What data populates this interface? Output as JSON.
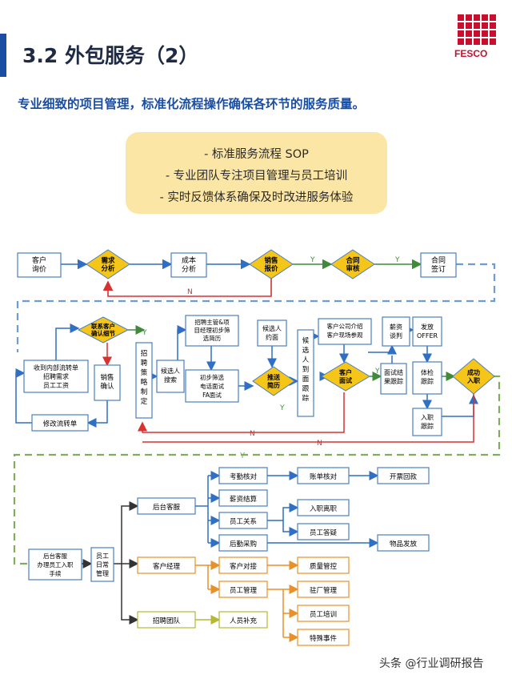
{
  "page": {
    "title": "3.2 外包服务（2）",
    "subtitle": "专业细致的项目管理，标准化流程操作确保各环节的服务质量。",
    "logo_text": "FESCO",
    "watermark": "头条 @行业调研报告"
  },
  "features": [
    "- 标准服务流程 SOP",
    "- 专业团队专注项目管理与员工培训",
    "- 实时反馈体系确保及时改进服务体验"
  ],
  "colors": {
    "accent": "#1a4ea3",
    "brand_red": "#c8102e",
    "feature_box": "#fce6a6",
    "diamond": "#f5c518",
    "box_stroke": "#4a7fc1",
    "arrow_blue": "#2f6fc4",
    "arrow_red": "#d93030",
    "arrow_green": "#3f8b3a",
    "dash_blue": "#6d9dd6",
    "dash_green": "#7fae5b",
    "orange": "#e8902a",
    "yellow_green": "#b5b835"
  },
  "flow": {
    "customer_inquiry": "客户询价",
    "demand_analysis": "需求分析",
    "cost_analysis": "成本分析",
    "sales_quote": "销售报价",
    "contract_review": "合同审核",
    "contract_sign": "合同签订",
    "yes": "Y",
    "no": "N",
    "contact_client": "联系客户确认细节",
    "receive_transfer": "收到内部流转单招聘需求员工工资",
    "sales_confirm": "销售确认",
    "modify_transfer": "修改流转单",
    "recruit_strategy": "招聘策略制定",
    "candidate_search": "候选人搜索",
    "supervisor_screen": "招聘主管&项目经理初步筛选简历",
    "phone_interview": "初步筛选电话面试FA面试",
    "candidate_appointment": "候选人约面",
    "send_resume": "推送简历",
    "candidate_followup": "候选人到面跟踪",
    "company_intro": "客户公司介绍客户现场参观",
    "client_interview": "客户面试",
    "salary_talk": "薪资谈判",
    "result_followup": "面试结果跟踪",
    "send_offer": "发放OFFER",
    "medical_check": "体检跟踪",
    "onboard_track": "入职跟踪",
    "success_onboard": "成功入职"
  },
  "service": {
    "entry_service": "后台客服办理员工入职手续",
    "daily_mgmt": "员工日常管理",
    "backend_service": "后台客服",
    "account_manager": "客户经理",
    "recruit_team": "招聘团队",
    "attendance": "考勤核对",
    "bill_check": "账单核对",
    "invoice": "开票回款",
    "payroll": "薪资结算",
    "employee_relation": "员工关系",
    "onboard_offboard": "入职离职",
    "employee_dispute": "员工答疑",
    "logistics": "后勤采购",
    "goods_dist": "物品发放",
    "client_dock": "客户对接",
    "quality_control": "质量管控",
    "staff_mgmt": "员工管理",
    "onsite_mgmt": "驻厂管理",
    "staff_training": "员工培训",
    "special_events": "特殊事件",
    "staff_supplement": "人员补充"
  }
}
